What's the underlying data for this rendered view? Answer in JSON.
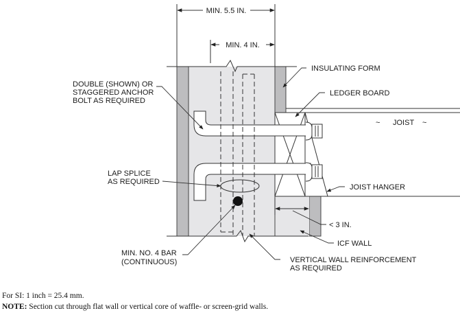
{
  "dimensions": {
    "wall_thickness": "MIN. 5.5 IN.",
    "core_thickness": "MIN. 4 IN.",
    "ledger_gap": "< 3 IN."
  },
  "labels": {
    "anchor_bolt": [
      "DOUBLE (SHOWN) OR",
      "STAGGERED ANCHOR",
      "BOLT AS REQUIRED"
    ],
    "lap_splice": [
      "LAP SPLICE",
      "AS REQUIRED"
    ],
    "insulating_form": "INSULATING FORM",
    "ledger_board": "LEDGER BOARD",
    "joist": "JOIST",
    "joist_hanger": "JOIST HANGER",
    "icf_wall": "ICF WALL",
    "bar": [
      "MIN. NO. 4 BAR",
      "(CONTINUOUS)"
    ],
    "vertical_reinforcement": [
      "VERTICAL WALL REINFORCEMENT",
      "AS REQUIRED"
    ]
  },
  "footnotes": {
    "si": "For SI: 1 inch = 25.4 mm.",
    "note_label": "NOTE:",
    "note_text": " Section cut through flat wall or vertical core of waffle- or screen-grid walls."
  },
  "colors": {
    "insulation": "#bdbdbf",
    "concrete": "#e6e6e8",
    "line": "#333333"
  }
}
